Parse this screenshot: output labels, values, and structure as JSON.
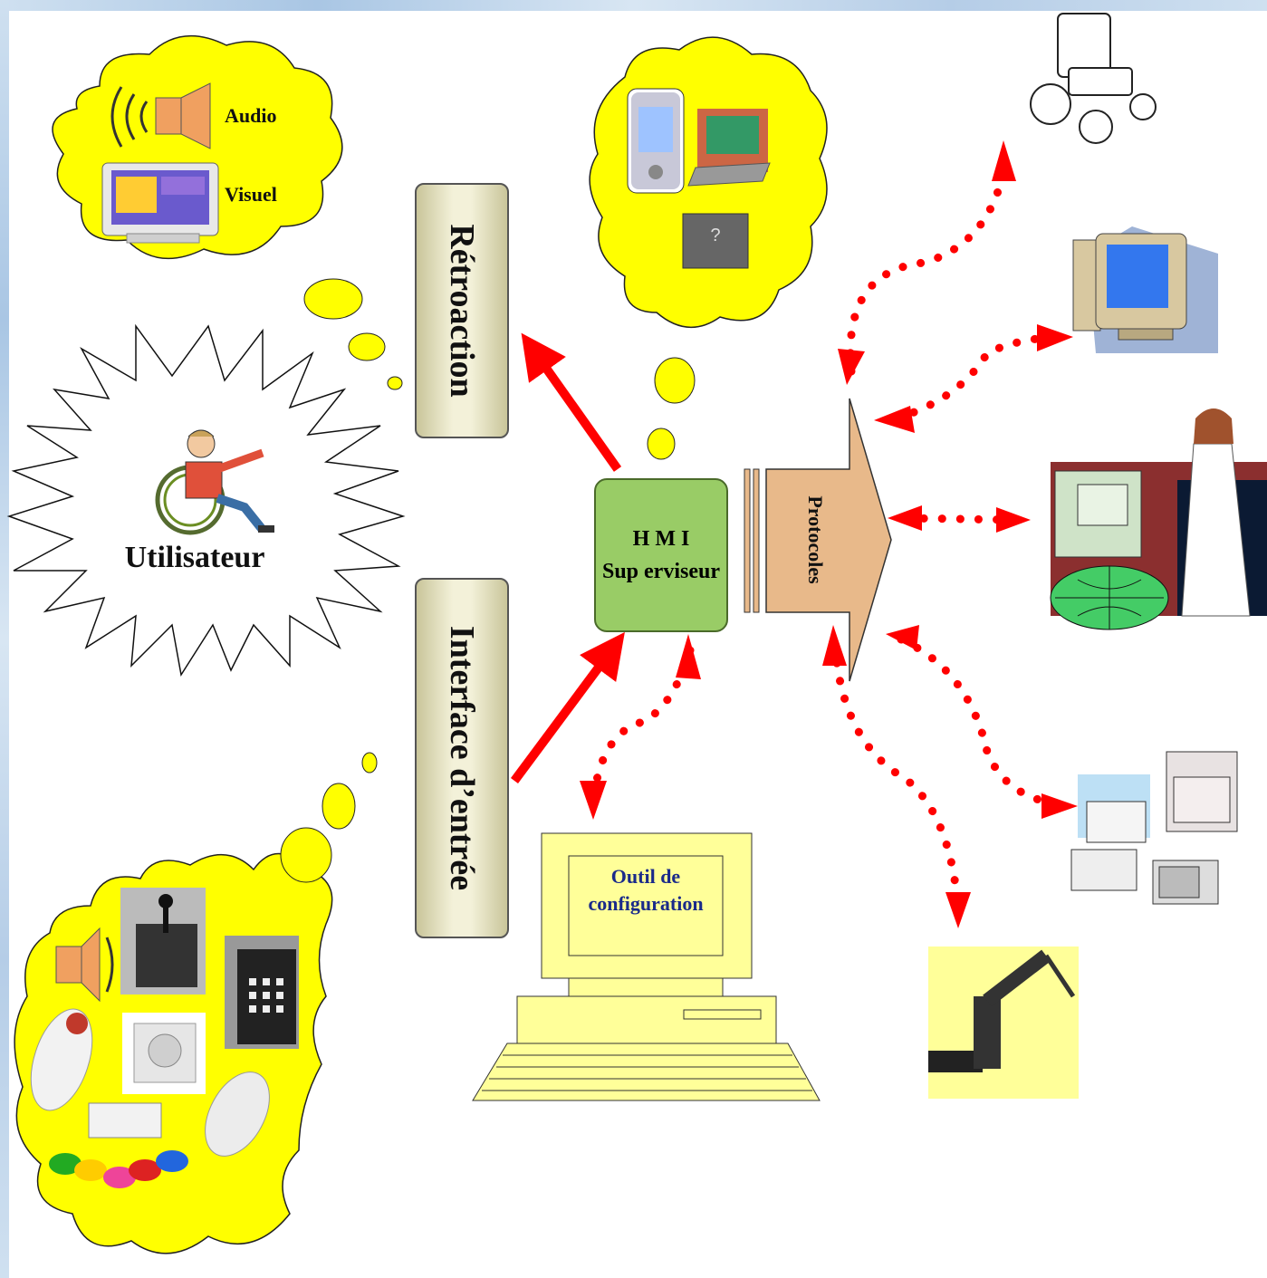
{
  "user": {
    "label": "Utilisateur"
  },
  "feedback_cloud": {
    "audio": "Audio",
    "visual": "Visuel"
  },
  "feedback_box": {
    "label": "Rétroaction"
  },
  "input_box": {
    "label": "Interface d’entrée"
  },
  "hmi": {
    "line1": "H M I",
    "line2": "Sup erviseur"
  },
  "protocols": {
    "label": "Protocoles"
  },
  "config_tool": {
    "line1": "Outil de",
    "line2": "configuration"
  },
  "unknown_device": {
    "label": "?"
  },
  "colors": {
    "cloud_yellow": "#ffff00",
    "hmi_green": "#99cc66",
    "protocols_fill": "#e8b98a",
    "arrow_red": "#ff0000",
    "computer_fill": "#ffff99",
    "outil_text": "#1a2a8a"
  },
  "icons": [
    "speaker-icon",
    "monitor-icon",
    "wheelchair-user-icon",
    "pda-icon",
    "laptop-icon",
    "wheelchair-vehicle-icon",
    "desktop-computer-icon",
    "doctor-phone-globe-icon",
    "home-appliances-icon",
    "robot-arm-icon",
    "joystick-icon",
    "keypad-icon",
    "trackball-icon",
    "mouse-icon",
    "switch-buttons-icon"
  ]
}
